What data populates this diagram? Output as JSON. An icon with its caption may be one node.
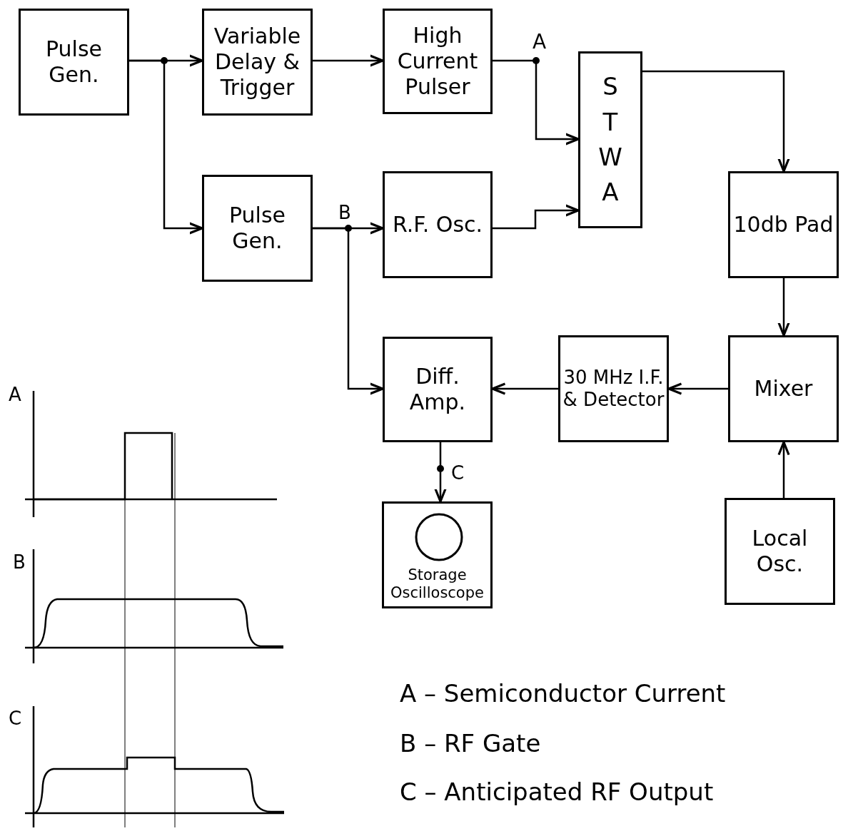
{
  "diagram": {
    "nodes": [
      {
        "text": [
          "Pulse Gen."
        ]
      },
      {
        "text": [
          "Variable Delay & Trigger"
        ]
      },
      {
        "text": [
          "High Current Pulser"
        ]
      },
      {
        "text": [
          "STWA"
        ]
      },
      {
        "text": [
          "Pulse Gen."
        ]
      },
      {
        "text": [
          "R.F. Osc."
        ]
      },
      {
        "text": [
          "10db Pad"
        ]
      },
      {
        "text": [
          "Diff. Amp."
        ]
      },
      {
        "text": [
          "30 MHz I.F. & Detector"
        ]
      },
      {
        "text": [
          "Mixer"
        ]
      },
      {
        "text": [
          "Storage Oscilloscope"
        ]
      },
      {
        "text": [
          "Local Osc."
        ]
      }
    ],
    "edges": [
      {
        "from": 0,
        "to": 1,
        "arrow": "to"
      },
      {
        "from": 0,
        "to": 4,
        "arrow": "to"
      },
      {
        "from": 1,
        "to": 2,
        "arrow": "to"
      },
      {
        "from": 2,
        "to": 3,
        "arrow": "to"
      },
      {
        "from": 4,
        "to": 5,
        "arrow": "to"
      },
      {
        "from": 4,
        "to": 7,
        "arrow": "to"
      },
      {
        "from": 5,
        "to": 3,
        "arrow": "to"
      },
      {
        "from": 3,
        "to": 6,
        "arrow": "to"
      },
      {
        "from": 6,
        "to": 9,
        "arrow": "to"
      },
      {
        "from": 9,
        "to": 8,
        "arrow": "to"
      },
      {
        "from": 8,
        "to": 7,
        "arrow": "to"
      },
      {
        "from": 7,
        "to": 10,
        "arrow": "to"
      },
      {
        "from": 11,
        "to": 9,
        "arrow": "to"
      }
    ],
    "labels": [
      "A",
      "B",
      "A",
      "C",
      "B",
      "A – Semiconductor Current",
      "C",
      "B – RF Gate",
      "C – Anticipated RF Output"
    ]
  }
}
